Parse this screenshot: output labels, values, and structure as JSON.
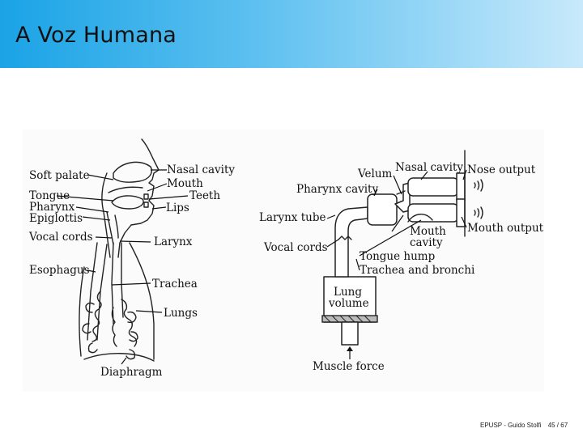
{
  "slide": {
    "title": "A Voz Humana"
  },
  "anatomy_labels": {
    "soft_palate": "Soft palate",
    "tongue": "Tongue",
    "pharynx": "Pharynx",
    "epiglottis": "Epiglottis",
    "vocal_cords": "Vocal cords",
    "esophagus": "Esophagus",
    "nasal_cavity": "Nasal cavity",
    "mouth": "Mouth",
    "teeth": "Teeth",
    "lips": "Lips",
    "larynx": "Larynx",
    "trachea": "Trachea",
    "lungs": "Lungs",
    "diaphragm": "Diaphragm"
  },
  "model_labels": {
    "velum": "Velum",
    "nasal_cavity": "Nasal cavity",
    "nose_output": "Nose output",
    "pharynx_cavity": "Pharynx cavity",
    "larynx_tube": "Larynx tube",
    "mouth_cavity_1": "Mouth",
    "mouth_cavity_2": "cavity",
    "mouth_output": "Mouth output",
    "vocal_cords": "Vocal cords",
    "tongue_hump": "Tongue hump",
    "trachea_bronchi": "Trachea and bronchi",
    "lung_volume_1": "Lung",
    "lung_volume_2": "volume",
    "muscle_force": "Muscle force"
  },
  "footer": {
    "author": "EPUSP - Guido Stolfi",
    "page": "45 / 67"
  }
}
